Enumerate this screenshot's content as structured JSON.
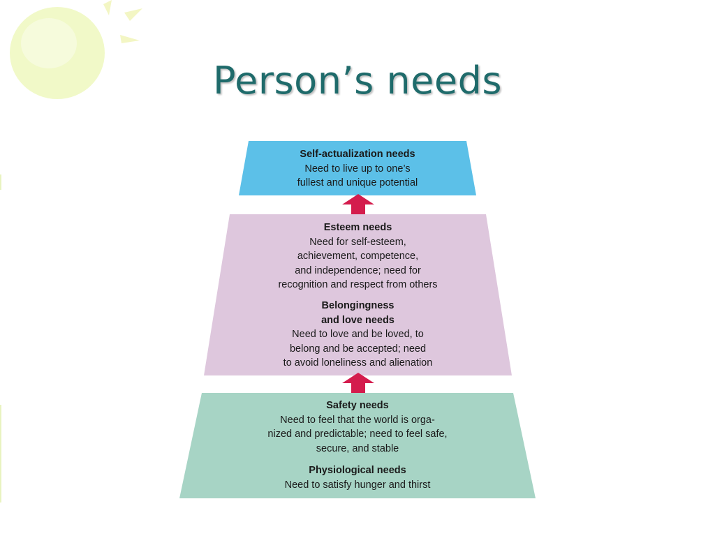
{
  "slide": {
    "title": "Person’s needs",
    "colors": {
      "title": "#1f6b6b",
      "top_tier": "#5cc0e8",
      "middle_tier": "#dec7dd",
      "bottom_tier": "#a7d4c5",
      "arrow": "#d41c4d",
      "decoration": "#f1f9c8"
    }
  },
  "pyramid": {
    "top": {
      "heading": "Self-actualization needs",
      "desc": "Need to live up to one’s\nfullest and unique potential"
    },
    "middle": [
      {
        "heading": "Esteem needs",
        "desc": "Need for self-esteem,\nachievement, competence,\nand independence; need for\nrecognition and respect from others"
      },
      {
        "heading": "Belongingness\nand love needs",
        "desc": "Need to love and be loved, to\nbelong and be accepted; need\nto avoid loneliness and alienation"
      }
    ],
    "bottom": [
      {
        "heading": "Safety needs",
        "desc": "Need to feel that the world is orga-\nnized and predictable; need to feel safe,\nsecure, and stable"
      },
      {
        "heading": "Physiological needs",
        "desc": "Need to satisfy hunger and thirst"
      }
    ]
  }
}
